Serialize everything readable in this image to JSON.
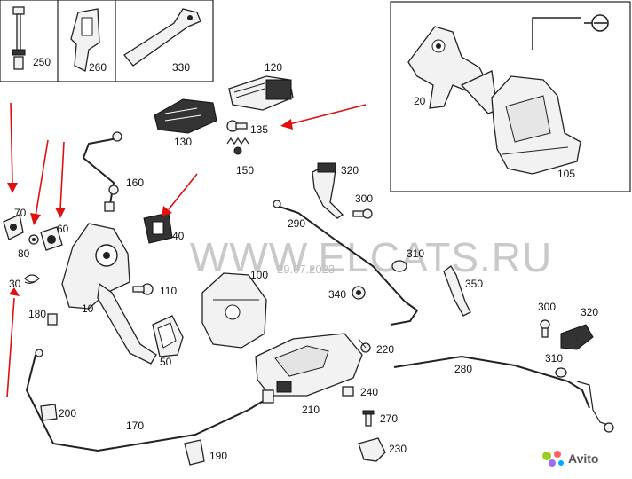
{
  "watermark": {
    "text": "WWW.ELCATS.RU",
    "date": "29.07.2023"
  },
  "badge": {
    "brand": "Avito"
  },
  "colors": {
    "arrow": "#e01010",
    "ink": "#222222",
    "badge": "#00aaff"
  },
  "inset_top": {
    "labels": [
      "250",
      "260",
      "330"
    ]
  },
  "inset_right": {
    "labels": [
      "20",
      "105"
    ]
  },
  "part_labels": {
    "p120": "120",
    "p130": "130",
    "p135": "135",
    "p150": "150",
    "p160": "160",
    "p70": "70",
    "p80": "80",
    "p60": "60",
    "p40": "40",
    "p30": "30",
    "p10": "10",
    "p180": "180",
    "p110": "110",
    "p100": "100",
    "p50": "50",
    "p290": "290",
    "p320a": "320",
    "p300a": "300",
    "p310a": "310",
    "p350": "350",
    "p340": "340",
    "p220": "220",
    "p210": "210",
    "p240": "240",
    "p270": "270",
    "p230": "230",
    "p280": "280",
    "p300b": "300",
    "p320b": "320",
    "p310b": "310",
    "p200": "200",
    "p170": "170",
    "p190": "190"
  }
}
